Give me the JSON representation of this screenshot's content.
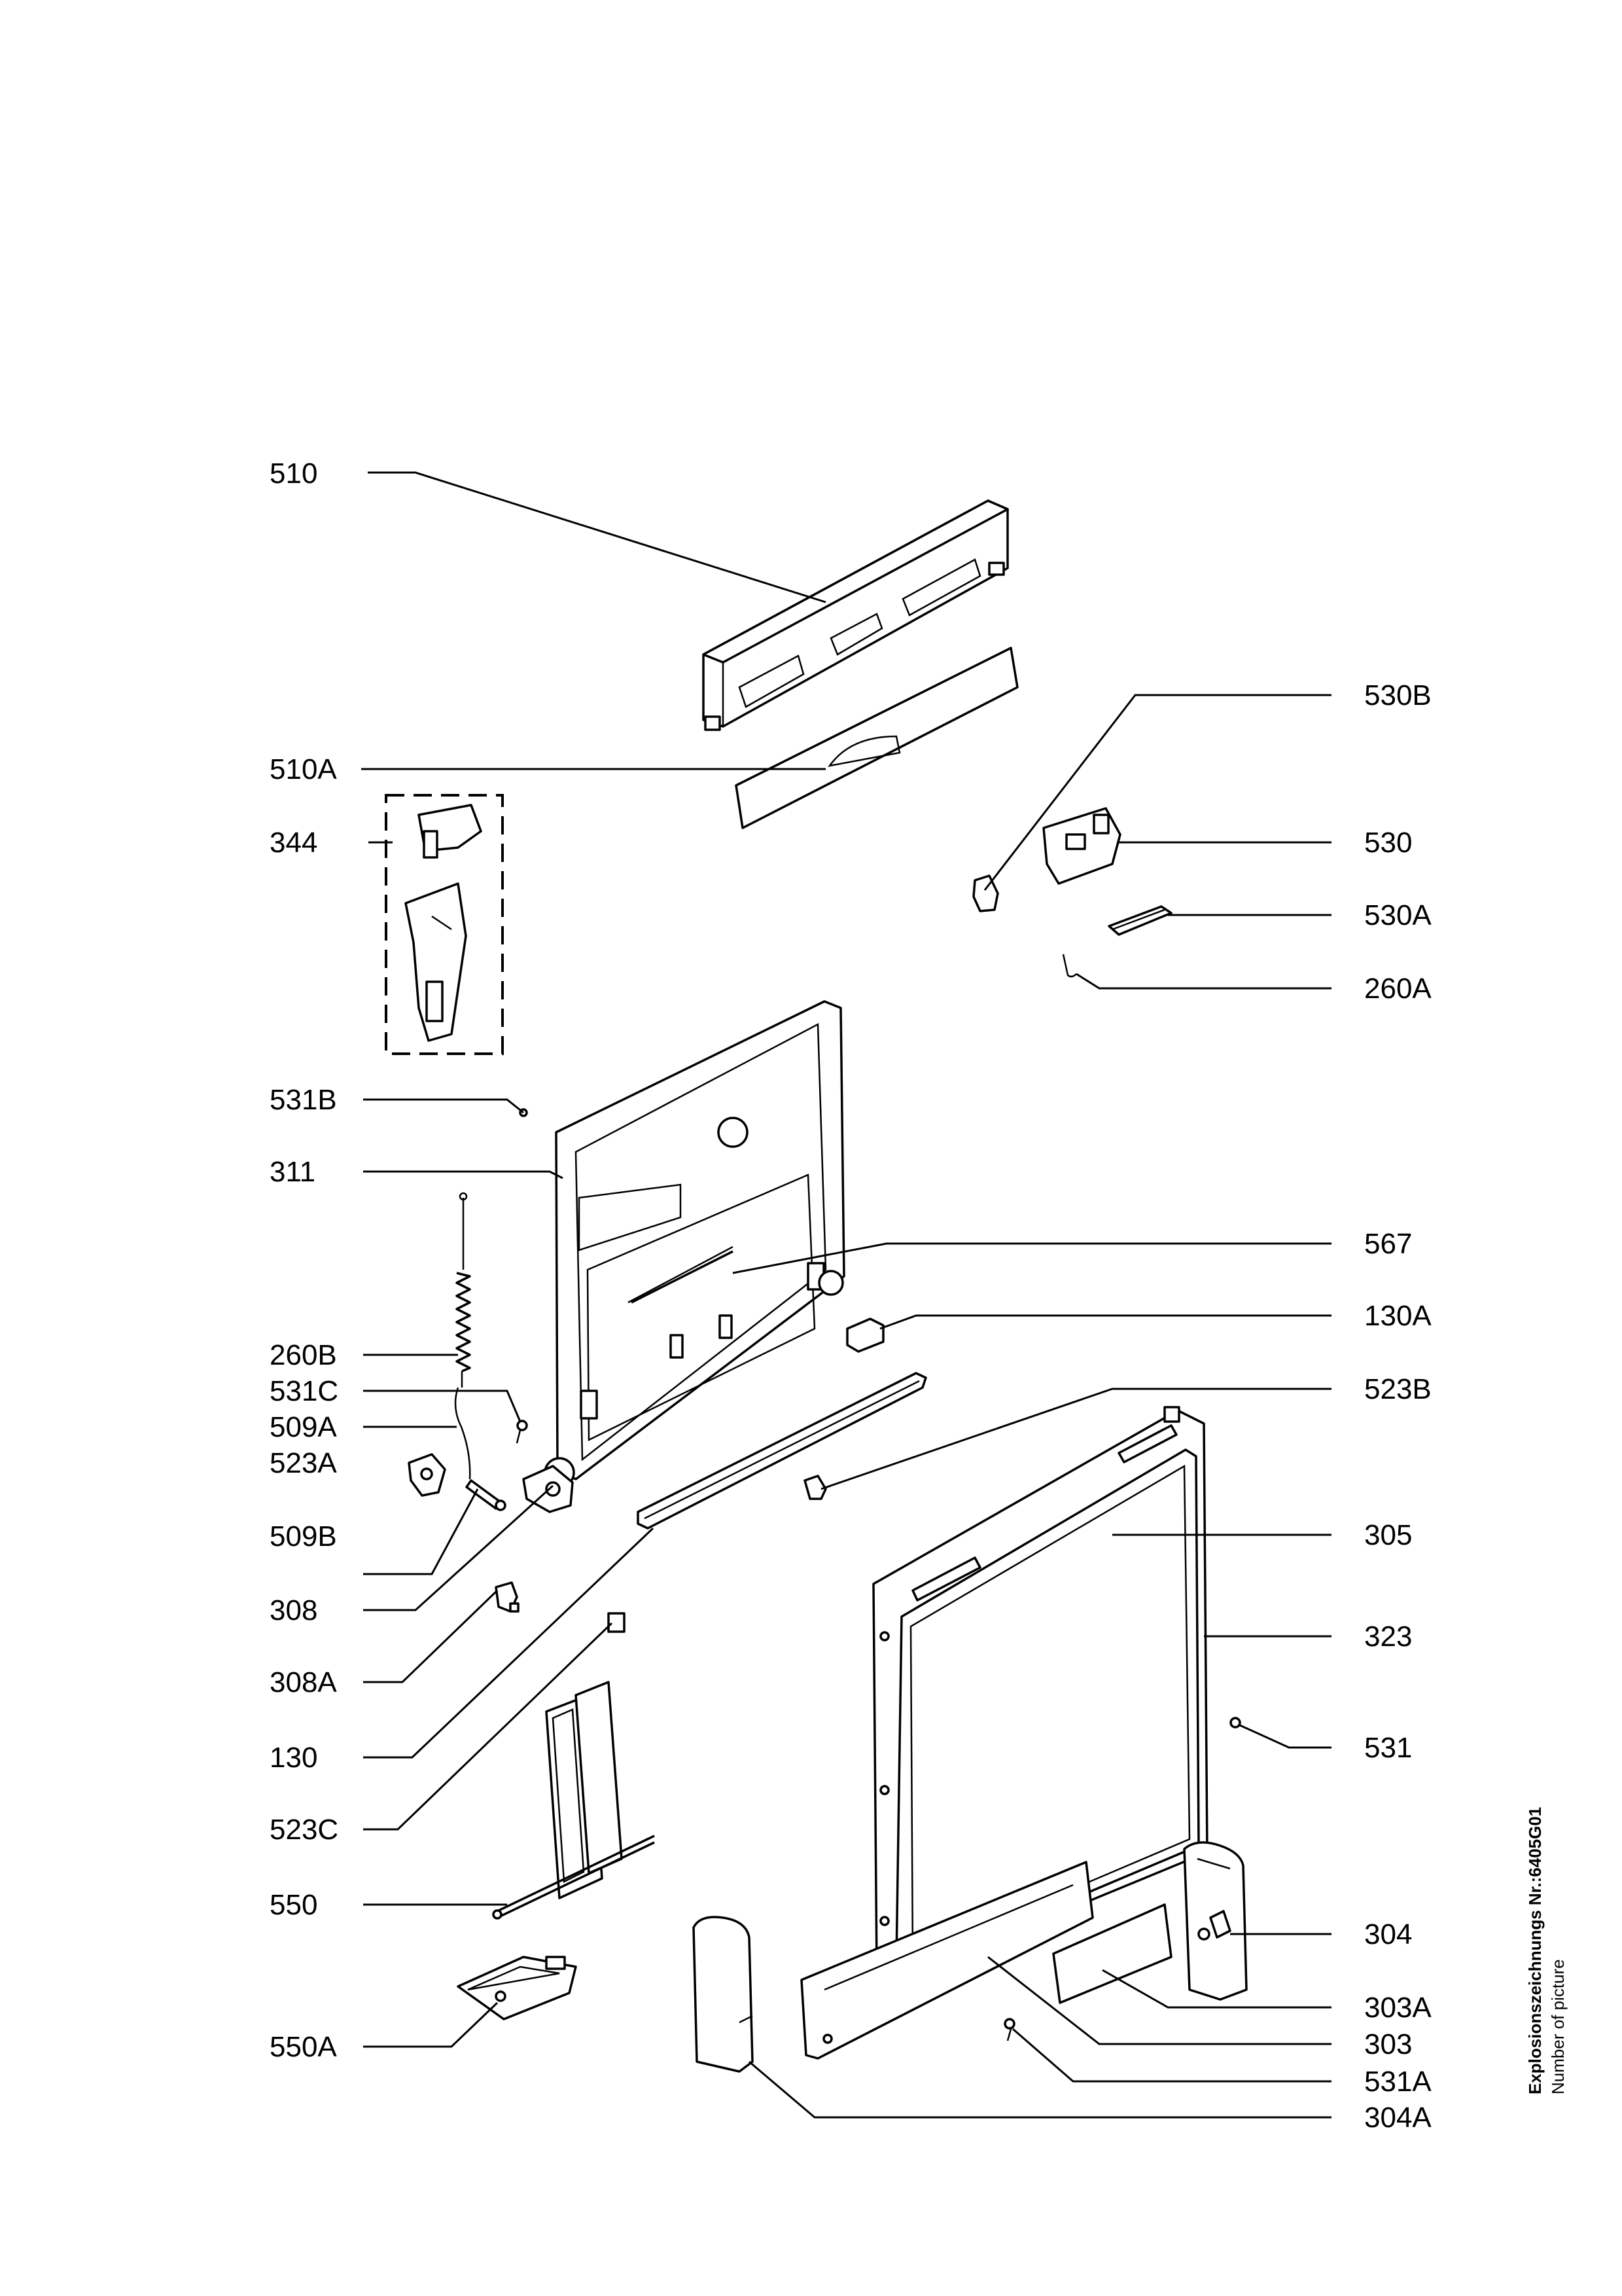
{
  "labels": {
    "510": "510",
    "510A": "510A",
    "344": "344",
    "531B": "531B",
    "311": "311",
    "260B": "260B",
    "531C": "531C",
    "509A": "509A",
    "523A": "523A",
    "509B": "509B",
    "308": "308",
    "308A": "308A",
    "130": "130",
    "523C": "523C",
    "550": "550",
    "550A": "550A",
    "530B": "530B",
    "530": "530",
    "530A": "530A",
    "260A": "260A",
    "567": "567",
    "130A": "130A",
    "523B": "523B",
    "305": "305",
    "323": "323",
    "531": "531",
    "304": "304",
    "303A": "303A",
    "303": "303",
    "531A": "531A",
    "304A": "304A"
  },
  "footer": {
    "explosion_label": "Explosionszeichnungs Nr.:6405G01",
    "picture_label": "Number of picture"
  }
}
